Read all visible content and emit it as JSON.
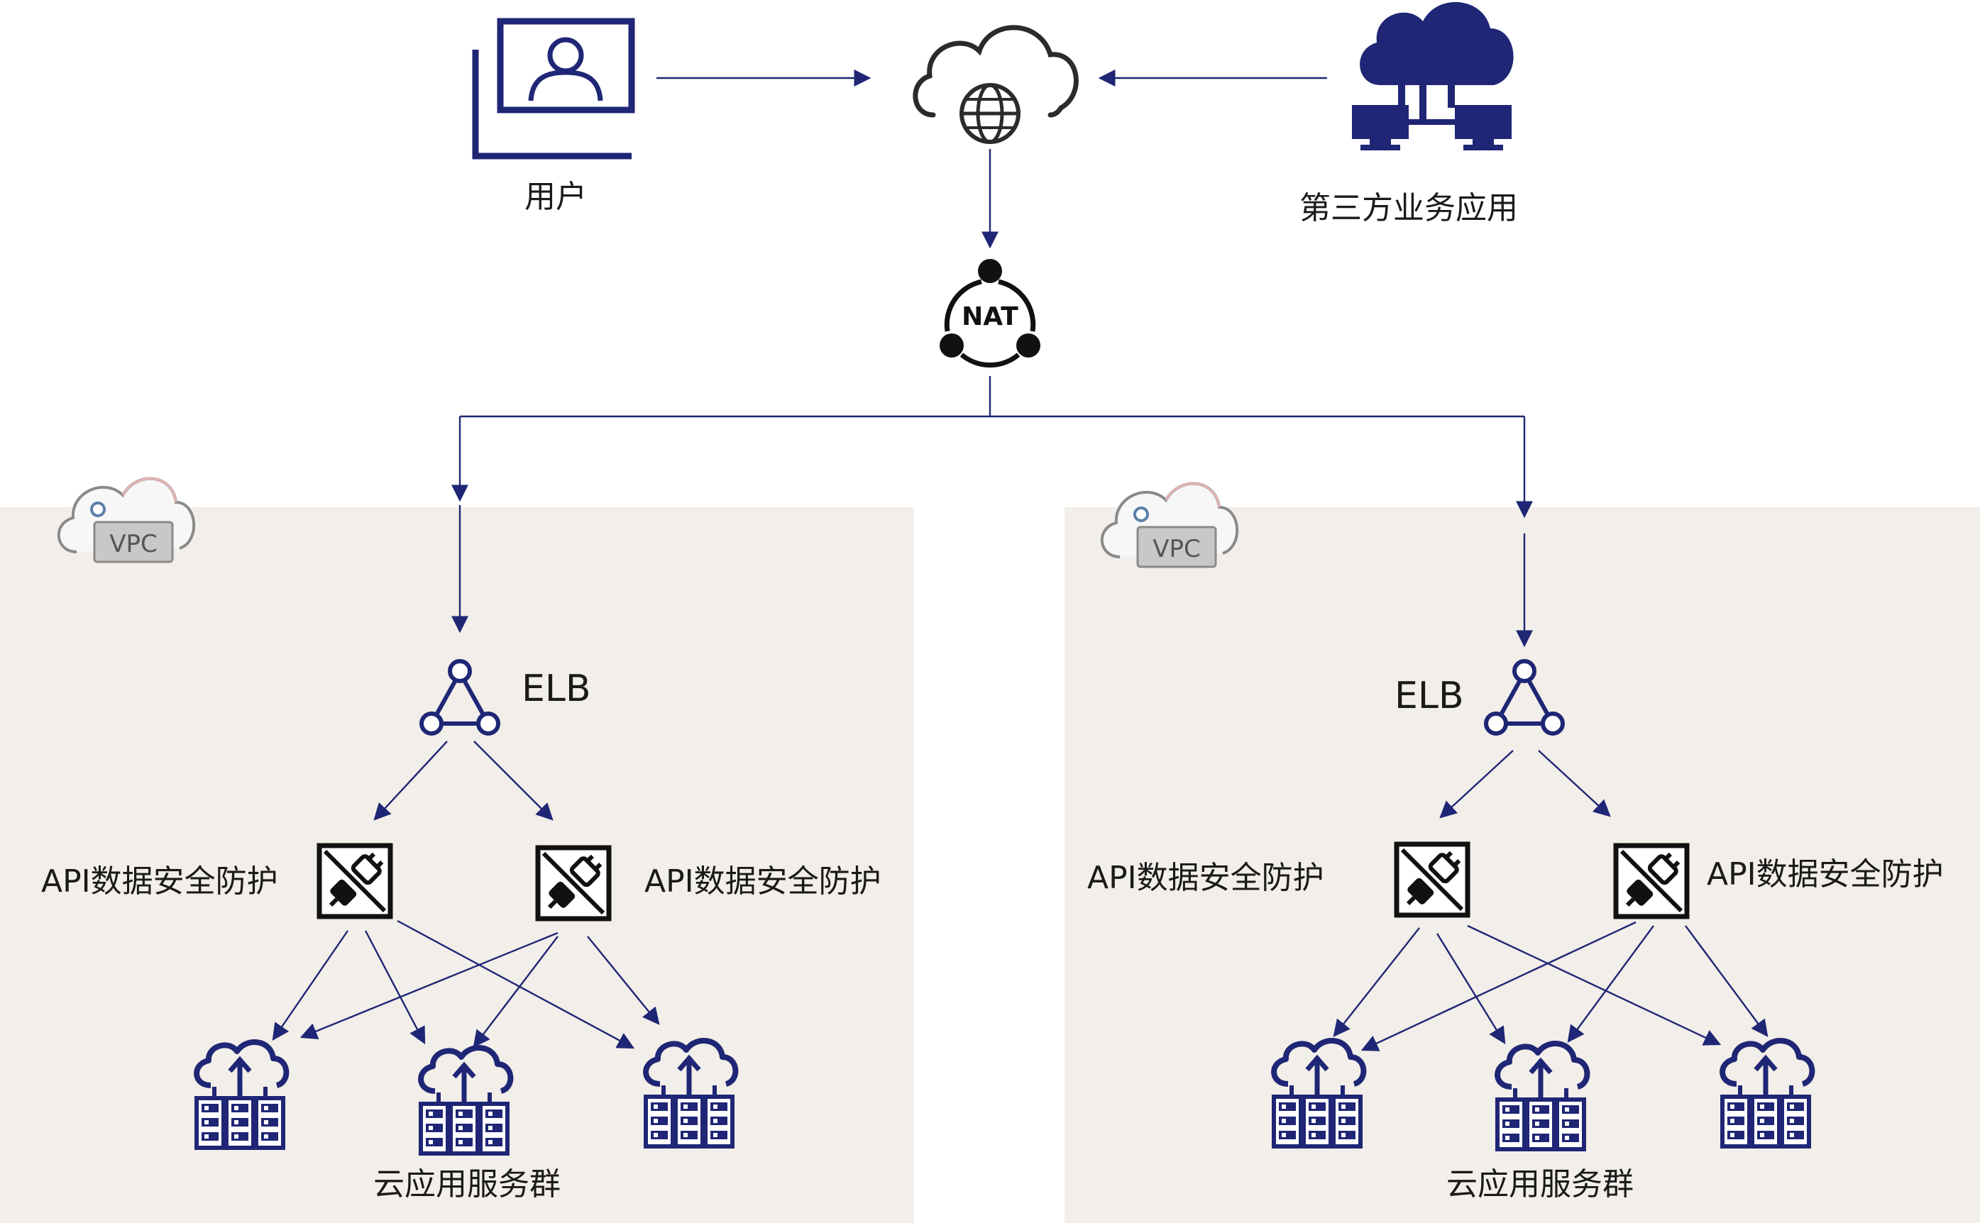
{
  "colors": {
    "navy": "#1f2675",
    "vpc_background": "#f2eee9",
    "vpc_badge": "#c8c8c8",
    "text": "#1a1a1a"
  },
  "top": {
    "user_label": "用户",
    "third_party_label": "第三方业务应用",
    "nat_label": "NAT"
  },
  "icons": {
    "user": "user-monitor-icon",
    "internet": "internet-cloud-icon",
    "third_party": "cloud-network-icon",
    "nat": "nat-gateway-icon",
    "vpc": "vpc-cloud-icon",
    "elb": "load-balancer-icon",
    "api_protection": "api-shield-icon",
    "cloud_server": "cloud-server-icon"
  },
  "left_vpc": {
    "badge": "VPC",
    "elb_label": "ELB",
    "api_left_label": "API数据安全防护",
    "api_right_label": "API数据安全防护",
    "servers_label": "云应用服务群"
  },
  "right_vpc": {
    "badge": "VPC",
    "elb_label": "ELB",
    "api_left_label": "API数据安全防护",
    "api_right_label": "API数据安全防护",
    "servers_label": "云应用服务群"
  }
}
